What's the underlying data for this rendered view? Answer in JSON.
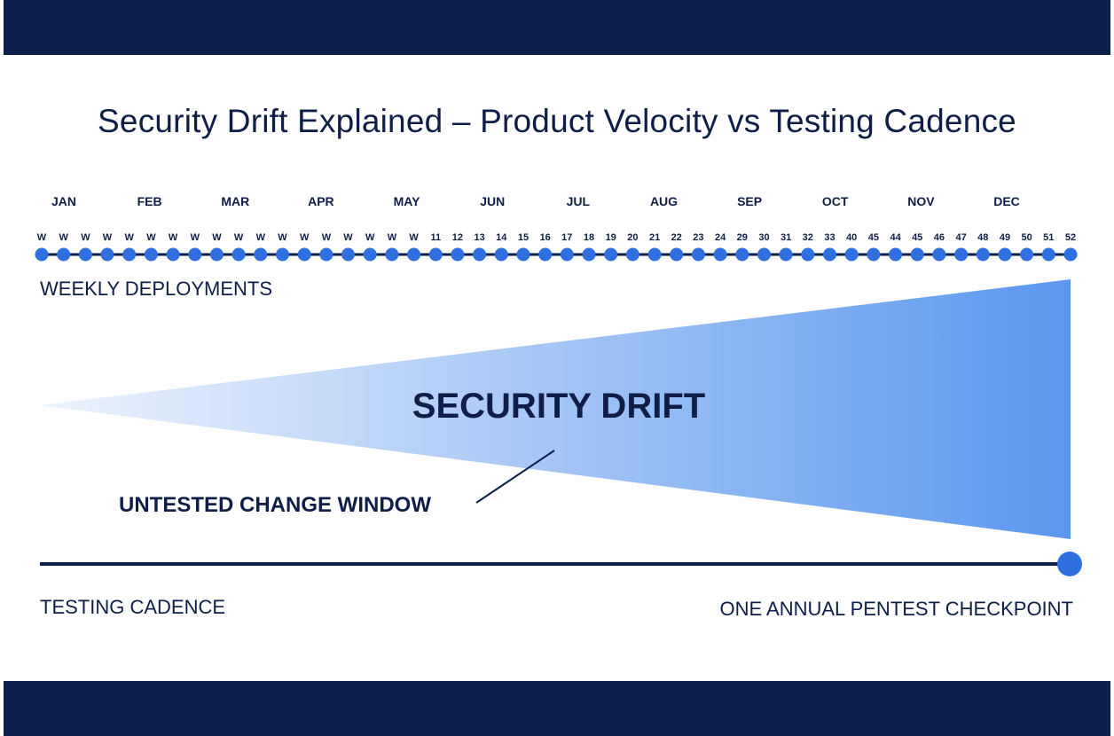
{
  "title": "Security Drift Explained – Product Velocity vs Testing Cadence",
  "months": [
    "JAN",
    "FEB",
    "MAR",
    "APR",
    "MAY",
    "JUN",
    "JUL",
    "AUG",
    "SEP",
    "OCT",
    "NOV",
    "DEC"
  ],
  "weeks": [
    "W",
    "W",
    "W",
    "W",
    "W",
    "W",
    "W",
    "W",
    "W",
    "W",
    "W",
    "W",
    "W",
    "W",
    "W",
    "W",
    "W",
    "W",
    "11",
    "12",
    "13",
    "14",
    "15",
    "16",
    "17",
    "18",
    "19",
    "20",
    "21",
    "22",
    "23",
    "24",
    "29",
    "30",
    "31",
    "32",
    "33",
    "40",
    "45",
    "44",
    "45",
    "46",
    "47",
    "48",
    "49",
    "50",
    "51",
    "52"
  ],
  "deployments_label": "WEEKLY DEPLOYMENTS",
  "drift_label": "SECURITY DRIFT",
  "window_label": "UNTESTED CHANGE WINDOW",
  "cadence_label": "TESTING CADENCE",
  "checkpoint_label": "ONE ANNUAL PENTEST CHECKPOINT",
  "colors": {
    "navy": "#0b1f4a",
    "text": "#0f1e46",
    "dot": "#2f6fe0",
    "drift_start": "#eef4fd",
    "drift_end": "#5a97ee"
  }
}
